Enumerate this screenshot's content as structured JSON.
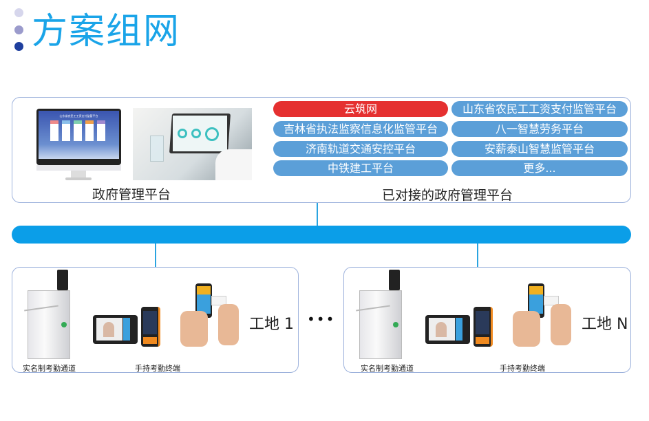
{
  "title": "方案组网",
  "colors": {
    "title": "#1aa4e8",
    "bus": "#0b9ee8",
    "pill_blue": "#5b9fd8",
    "pill_red": "#e53030",
    "border": "#9db2dc"
  },
  "gov": {
    "label": "政府管理平台",
    "monitor_title": "山东省农民工工资支付监管平台"
  },
  "connected": {
    "label": "已对接的政府管理平台",
    "platforms": [
      {
        "name": "云筑网",
        "highlight": true
      },
      {
        "name": "山东省农民工工资支付监管平台",
        "highlight": false
      },
      {
        "name": "吉林省执法监察信息化监管平台",
        "highlight": false
      },
      {
        "name": "八一智慧劳务平台",
        "highlight": false
      },
      {
        "name": "济南轨道交通安控平台",
        "highlight": false
      },
      {
        "name": "安薪泰山智慧监管平台",
        "highlight": false
      },
      {
        "name": "中铁建工平台",
        "highlight": false
      },
      {
        "name": "更多...",
        "highlight": false
      }
    ]
  },
  "sites": [
    {
      "name": "工地 1",
      "gate_caption": "实名制考勤通道",
      "handheld_caption": "手持考勤终端"
    },
    {
      "name": "工地 N",
      "gate_caption": "实名制考勤通道",
      "handheld_caption": "手持考勤终端"
    }
  ],
  "ellipsis": "•••"
}
